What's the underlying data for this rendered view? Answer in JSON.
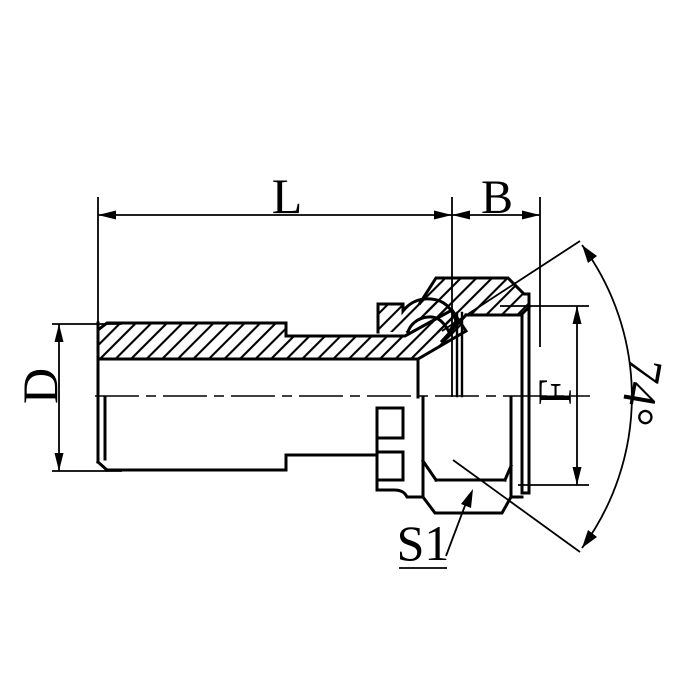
{
  "drawing": {
    "type": "technical-section-drawing",
    "colors": {
      "background": "#ffffff",
      "line": "#000000"
    },
    "labels": {
      "length_l": "L",
      "length_b": "B",
      "diameter_d": "D",
      "diameter_f": "F",
      "cone_angle": "74°",
      "hex_size": "S1"
    }
  }
}
